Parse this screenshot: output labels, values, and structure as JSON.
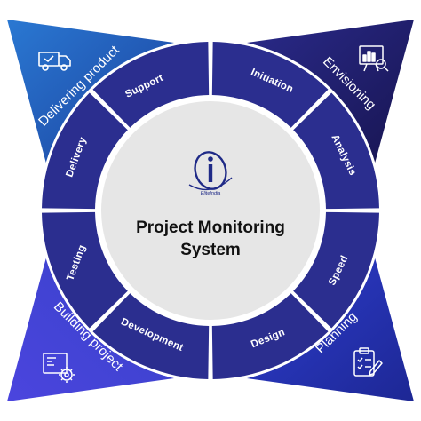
{
  "title": {
    "line1": "Project Monitoring",
    "line2": "System"
  },
  "logo_text": "EliteIndia",
  "corners": [
    {
      "id": "envisioning",
      "label": "Envisioning",
      "icon": "chart-presentation-icon",
      "color": "#22206e"
    },
    {
      "id": "planning",
      "label": "Planning",
      "icon": "clipboard-checklist-icon",
      "color": "#2a35b8"
    },
    {
      "id": "building",
      "label": "Building project",
      "icon": "settings-blueprint-icon",
      "color": "#3a40d0"
    },
    {
      "id": "delivering",
      "label": "Delivering product",
      "icon": "delivery-truck-icon",
      "color": "#1f5db5"
    }
  ],
  "segments": [
    {
      "id": "initiation",
      "label": "Initiation"
    },
    {
      "id": "analysis",
      "label": "Analysis"
    },
    {
      "id": "speed",
      "label": "Speed"
    },
    {
      "id": "design",
      "label": "Design"
    },
    {
      "id": "development",
      "label": "Development"
    },
    {
      "id": "testing",
      "label": "Testing"
    },
    {
      "id": "delivery",
      "label": "Delivery"
    },
    {
      "id": "support",
      "label": "Support"
    }
  ],
  "colors": {
    "ring": "#2b2e8f",
    "ring_inner_border": "#ffffff",
    "center": "#e6e6e6",
    "title_text": "#111111"
  }
}
